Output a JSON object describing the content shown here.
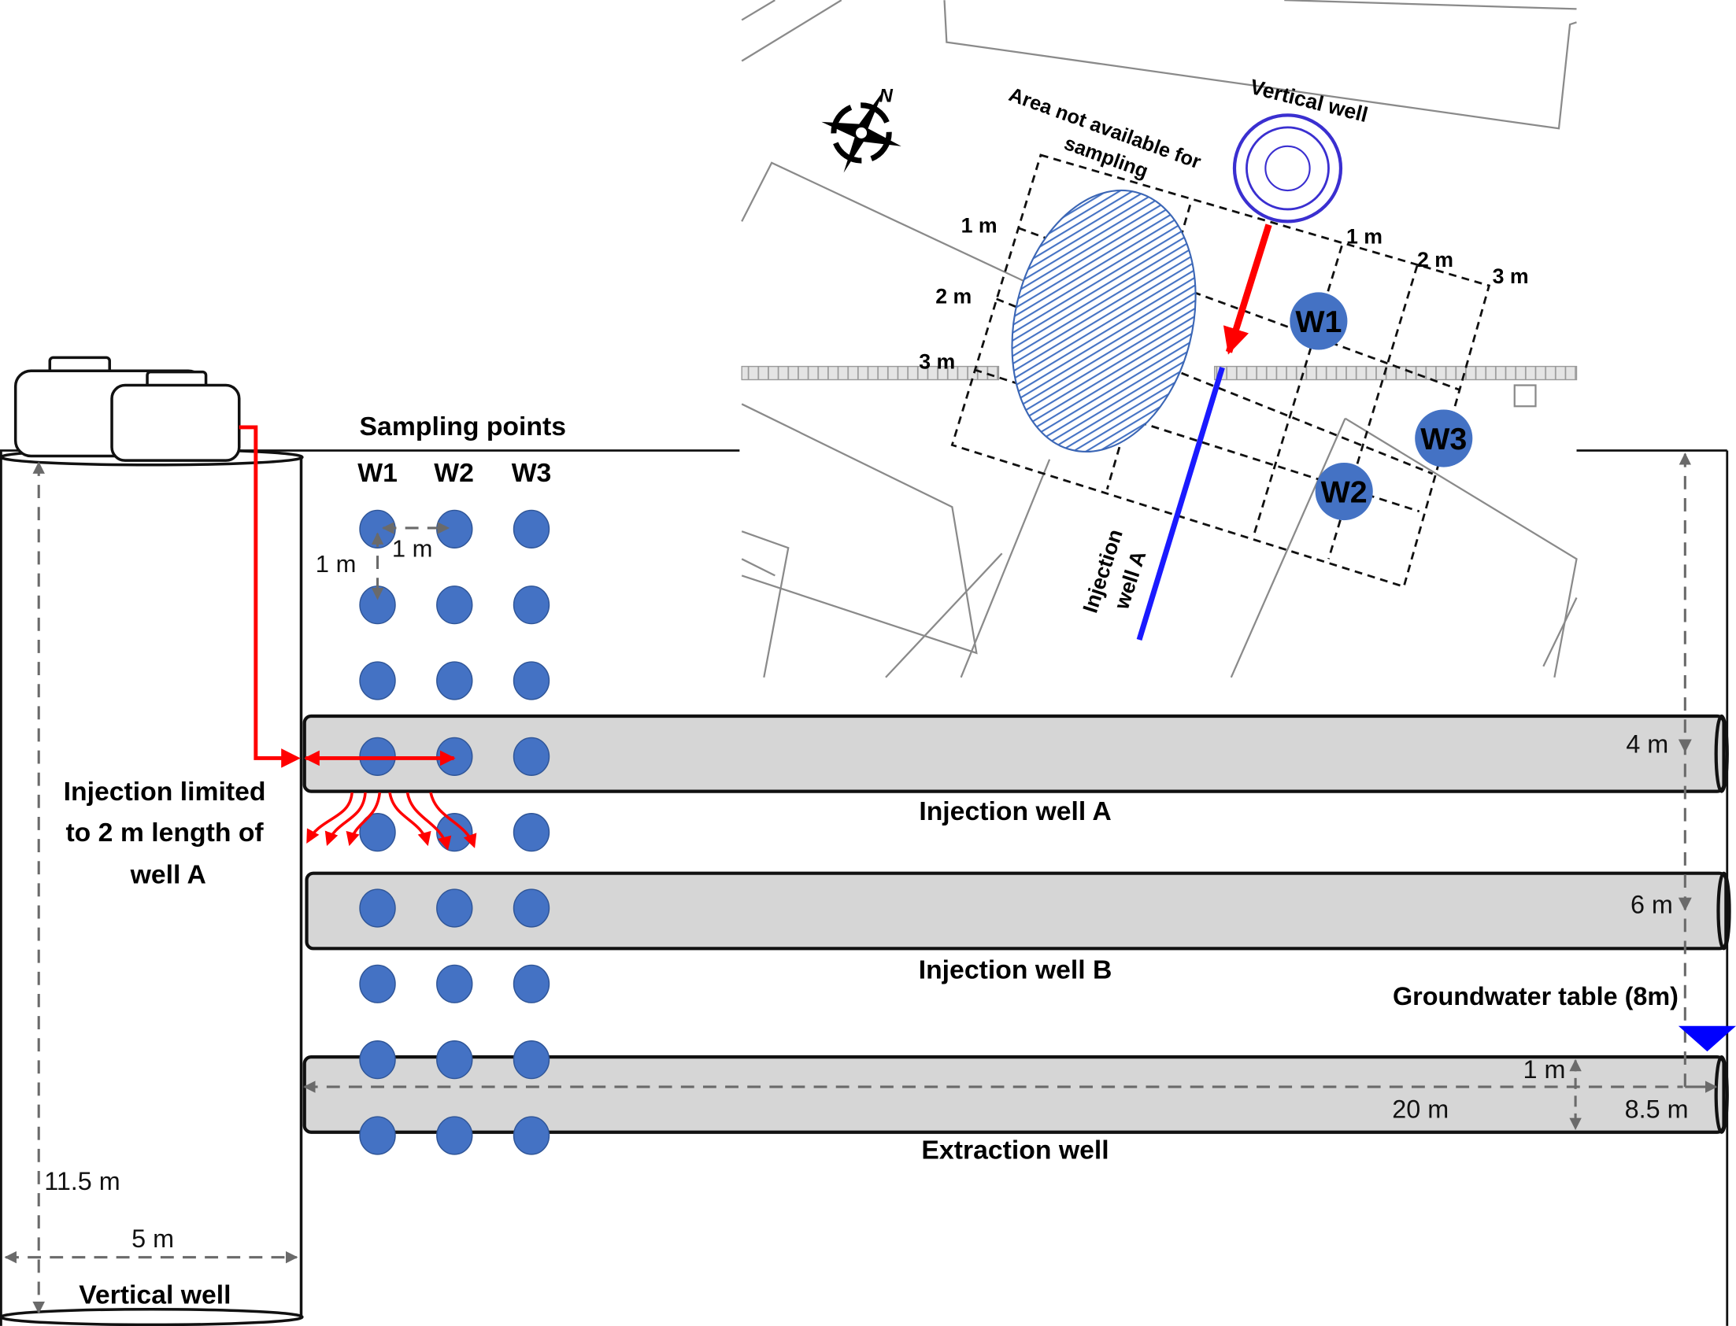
{
  "colors": {
    "sampling_point": "#4472c4",
    "injection_red": "#ff0000",
    "injection_line_blue": "#1a1aff",
    "vertical_well_ring": "#3a2fd0",
    "pipe_fill": "#d6d6d6",
    "groundwater_marker": "#0000ff",
    "dimension_gray": "#6a6a6a"
  },
  "cross_section": {
    "sampling_points_title": "Sampling points",
    "columns": [
      "W1",
      "W2",
      "W3"
    ],
    "spacing_labels": {
      "horizontal": "1 m",
      "vertical": "1 m"
    },
    "sampling_rows": 9,
    "wells": [
      {
        "id": "injection-well-a",
        "label": "Injection well A",
        "depth_label": "4 m"
      },
      {
        "id": "injection-well-b",
        "label": "Injection well B",
        "depth_label": "6 m"
      },
      {
        "id": "extraction-well",
        "label": "Extraction well",
        "depth_label": "8.5 m",
        "length_label": "20 m",
        "diameter_label": "1 m"
      }
    ],
    "injection_note": [
      "Injection limited",
      "to 2 m length of",
      "well A"
    ],
    "groundwater_label": "Groundwater table (8m)",
    "vertical_well": {
      "label": "Vertical well",
      "depth_label": "11.5 m",
      "diameter_label": "5 m"
    }
  },
  "site_map": {
    "north_label": "N",
    "restricted_area_label": [
      "Area not available for",
      "sampling"
    ],
    "vertical_well_label": "Vertical well",
    "injection_well_label": [
      "Injection",
      "well A"
    ],
    "grid_labels_left": [
      "1 m",
      "2 m",
      "3 m"
    ],
    "grid_labels_top": [
      "1 m",
      "2 m",
      "3 m"
    ],
    "sampling_points": [
      "W1",
      "W2",
      "W3"
    ]
  }
}
